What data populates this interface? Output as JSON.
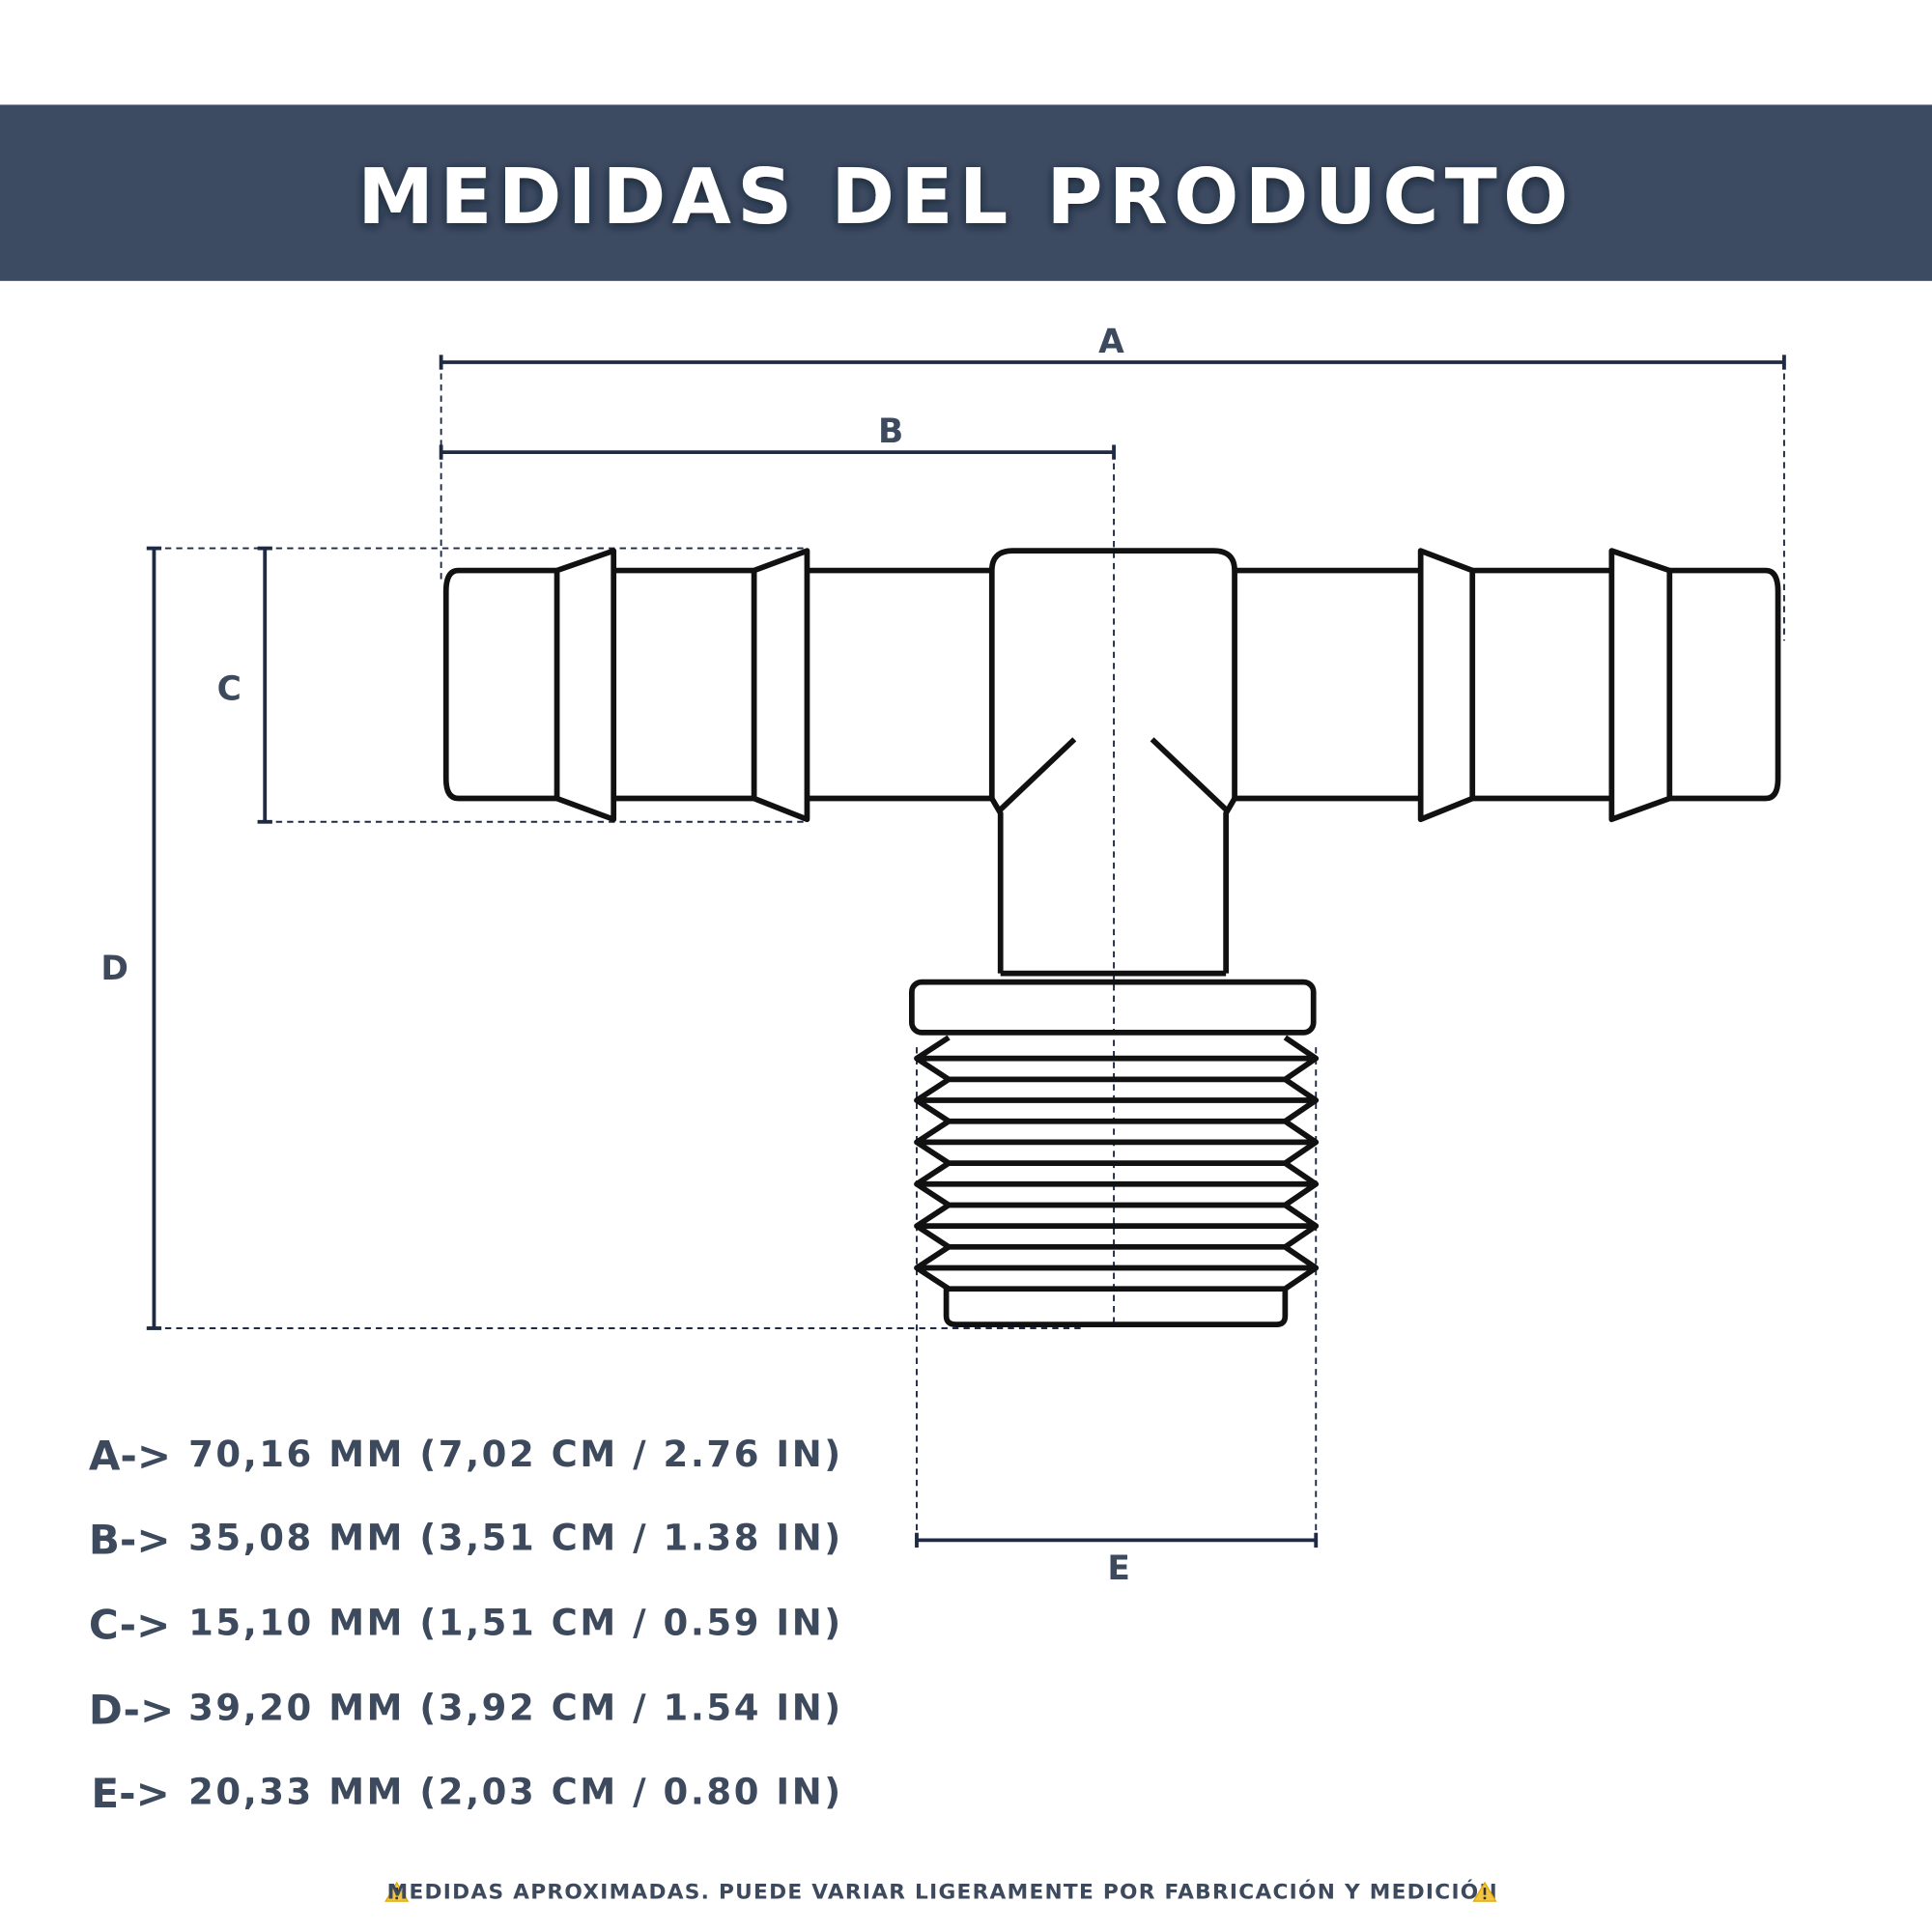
{
  "header": {
    "title": "MEDIDAS DEL PRODUCTO",
    "band_color": "#3d4b62"
  },
  "dimension_labels": {
    "a": "A",
    "b": "B",
    "c": "C",
    "d": "D",
    "e": "E"
  },
  "measurements": [
    {
      "key": "A->",
      "value": "70,16 MM (7,02 CM / 2.76 IN)"
    },
    {
      "key": "B->",
      "value": "35,08 MM (3,51 CM / 1.38 IN)"
    },
    {
      "key": "C->",
      "value": "15,10 MM (1,51 CM / 0.59 IN)"
    },
    {
      "key": "D->",
      "value": "39,20 MM (3,92 CM / 1.54 IN)"
    },
    {
      "key": "E->",
      "value": "20,33 MM (2,03 CM / 0.80 IN)"
    }
  ],
  "footer": {
    "warning_icon": "warning-icon",
    "note": "MEDIDAS APROXIMADAS. PUEDE VARIAR LIGERAMENTE POR FABRICACIÓN Y MEDICIÓN"
  }
}
